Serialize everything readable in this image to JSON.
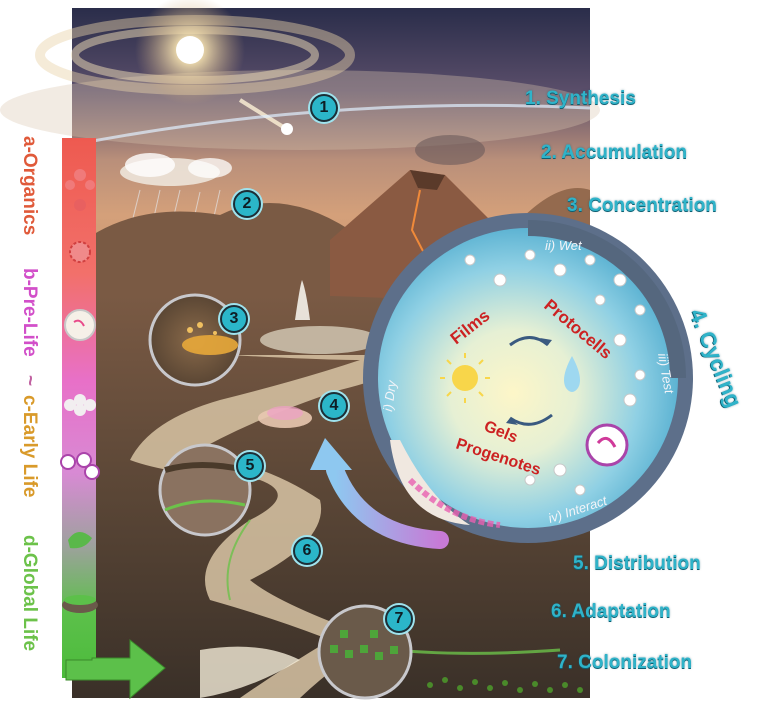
{
  "steps": [
    {
      "num": "1",
      "label": "1. Synthesis"
    },
    {
      "num": "2",
      "label": "2. Accumulation"
    },
    {
      "num": "3",
      "label": "3. Concentration"
    },
    {
      "num": "4",
      "label": "4. Cycling"
    },
    {
      "num": "5",
      "label": "5. Distribution"
    },
    {
      "num": "6",
      "label": "6. Adaptation"
    },
    {
      "num": "7",
      "label": "7. Colonization"
    }
  ],
  "stages": {
    "organics": "a-Organics",
    "pre_life": "b-Pre-Life",
    "separator": "~",
    "early_life": "c-Early Life",
    "global_life": "d-Global Life"
  },
  "cycle": {
    "films": "Films",
    "protocells": "Protocells",
    "gels_line1": "Gels",
    "gels_line2": "Progenotes",
    "phases": [
      "i) Dry",
      "ii) Wet",
      "iii) Test",
      "iv) Interact"
    ]
  },
  "colors": {
    "step_label": "#2fb3c9",
    "organics": "#e05a3a",
    "pre_life": "#d24fc9",
    "early_life": "#d99a2a",
    "global_life": "#6cc24a",
    "cycle_text": "#cc2222"
  }
}
